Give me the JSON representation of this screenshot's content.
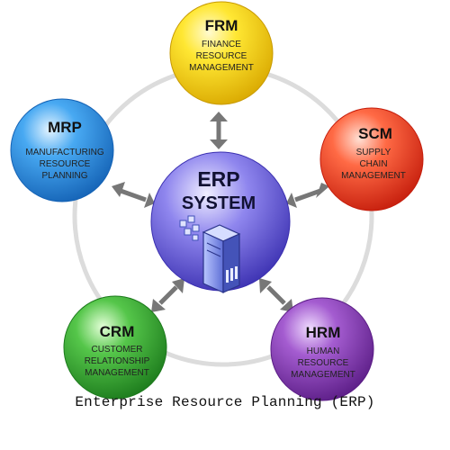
{
  "center": {
    "line1": "ERP",
    "line2": "SYSTEM",
    "icon": "server-icon",
    "color": "#6b5fd6"
  },
  "nodes": {
    "frm": {
      "abbr": "FRM",
      "lines": [
        "FINANCE",
        "RESOURCE",
        "MANAGEMENT"
      ],
      "color": "#f2d40a"
    },
    "scm": {
      "abbr": "SCM",
      "lines": [
        "SUPPLY",
        "CHAIN",
        "MANAGEMENT"
      ],
      "color": "#ea4a2a"
    },
    "hrm": {
      "abbr": "HRM",
      "lines": [
        "HUMAN",
        "RESOURCE",
        "MANAGEMENT"
      ],
      "color": "#8a3fb0"
    },
    "crm": {
      "abbr": "CRM",
      "lines": [
        "CUSTOMER",
        "RELATIONSHIP",
        "MANAGEMENT"
      ],
      "color": "#3daa37"
    },
    "mrp": {
      "abbr": "MRP",
      "lines": [
        "MANUFACTURING",
        "RESOURCE",
        "PLANNING"
      ],
      "color": "#2e8fe0"
    }
  },
  "caption": "Enterprise Resource Planning (ERP)",
  "arrow_icon": "double-arrow-icon"
}
